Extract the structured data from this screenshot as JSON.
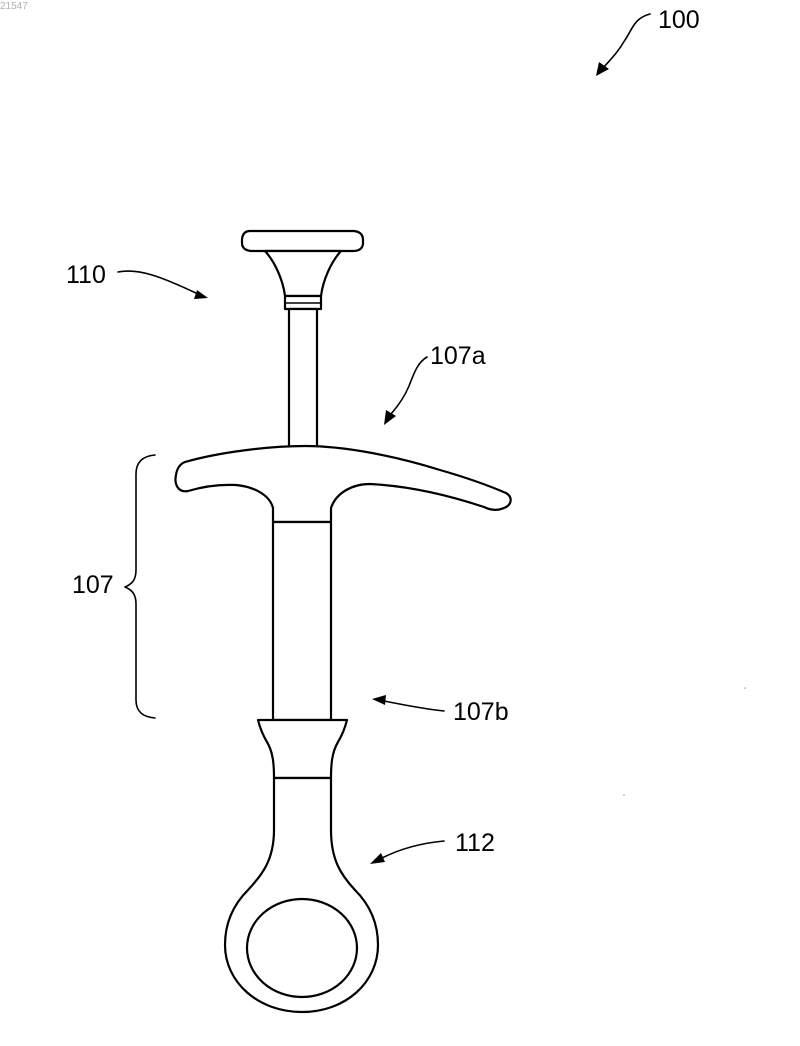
{
  "document_stamp": "21547",
  "labels": {
    "device": "100",
    "plunger": "110",
    "flange": "107a",
    "body": "107",
    "barrel_tip": "107b",
    "handle": "112"
  },
  "colors": {
    "ink": "#000000",
    "paper": "#ffffff",
    "stamp": "#b0b0b0"
  }
}
